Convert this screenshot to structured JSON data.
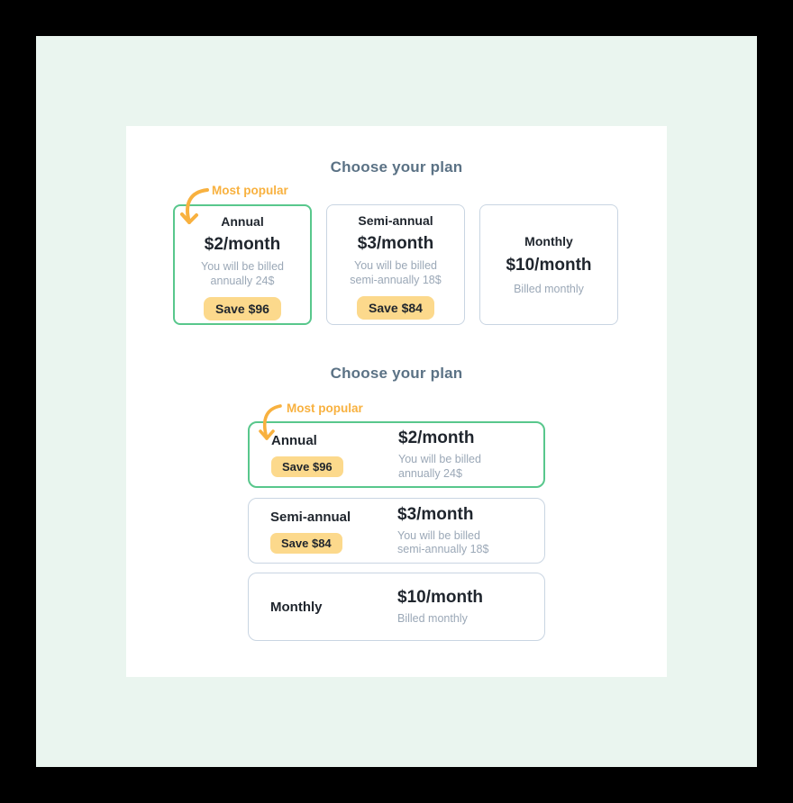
{
  "window": {
    "outer_background": "#000000",
    "app_background": "#eaf5ef",
    "panel_background": "#ffffff"
  },
  "colors": {
    "accent_green": "#58c78c",
    "card_border": "#c9d5e2",
    "badge_background": "#fcd98c",
    "orange_accent": "#f8b13f",
    "heading_text": "#5b7285",
    "dark_text": "#1f252d",
    "muted_text": "#9ba8b7"
  },
  "sections": [
    {
      "layout": "cards",
      "title": "Choose your plan",
      "most_popular_label": "Most popular",
      "plans": [
        {
          "name": "Annual",
          "price": "$2/month",
          "description_lines": [
            "You will be billed",
            "annually 24$"
          ],
          "badge": "Save $96",
          "highlighted": true
        },
        {
          "name": "Semi-annual",
          "price": "$3/month",
          "description_lines": [
            "You will be billed",
            "semi-annually 18$"
          ],
          "badge": "Save $84",
          "highlighted": false
        },
        {
          "name": "Monthly",
          "price": "$10/month",
          "description_lines": [
            "Billed monthly"
          ],
          "badge": null,
          "highlighted": false
        }
      ]
    },
    {
      "layout": "rows",
      "title": "Choose your plan",
      "most_popular_label": "Most popular",
      "plans": [
        {
          "name": "Annual",
          "price": "$2/month",
          "description_lines": [
            "You will be billed",
            "annually 24$"
          ],
          "badge": "Save $96",
          "highlighted": true
        },
        {
          "name": "Semi-annual",
          "price": "$3/month",
          "description_lines": [
            "You will be billed",
            "semi-annually 18$"
          ],
          "badge": "Save $84",
          "highlighted": false
        },
        {
          "name": "Monthly",
          "price": "$10/month",
          "description_lines": [
            "Billed monthly"
          ],
          "badge": null,
          "highlighted": false
        }
      ]
    }
  ]
}
